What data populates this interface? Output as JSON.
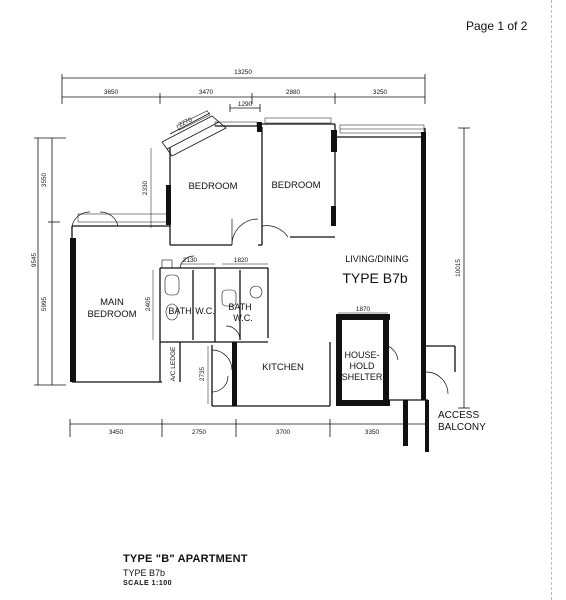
{
  "page": {
    "page_label": "Page 1 of 2"
  },
  "overall_dims": {
    "top_total": "13250",
    "top_segments": [
      "3650",
      "3470",
      "2880",
      "3250"
    ],
    "top_bay": "1290",
    "angled_bay": "2270",
    "left_total": "9545",
    "left_segments": [
      "3550",
      "5995"
    ],
    "right_total": "10015",
    "bottom_segments": [
      "3450",
      "2750",
      "3700",
      "3350"
    ]
  },
  "inner_dims": {
    "bed_wall": "2330",
    "bath_width_1": "2130",
    "bath_width_2": "1820",
    "bath_depth": "2405",
    "shelter_width": "1870",
    "kitchen_depth": "2735"
  },
  "rooms": {
    "bedroom_1": "BEDROOM",
    "bedroom_2": "BEDROOM",
    "main_bedroom_1": "MAIN",
    "main_bedroom_2": "BEDROOM",
    "bath_1": "BATH",
    "wc_1": "W.C.",
    "bath_2": "BATH",
    "wc_2": "W.C.",
    "ac_ledge": "A/C LEDGE",
    "kitchen": "KITCHEN",
    "living_dining": "LIVING/DINING",
    "unit_type": "TYPE B7b",
    "shelter_1": "HOUSE-",
    "shelter_2": "HOLD",
    "shelter_3": "SHELTER",
    "access_1": "ACCESS",
    "access_2": "BALCONY"
  },
  "caption": {
    "title": "TYPE \"B\" APARTMENT",
    "type": "TYPE B7b",
    "scale": "SCALE 1:100"
  }
}
